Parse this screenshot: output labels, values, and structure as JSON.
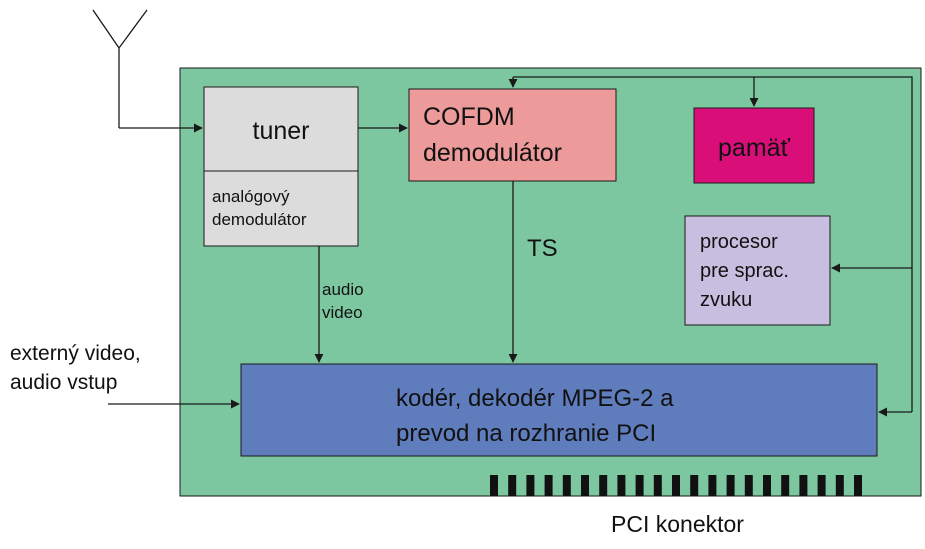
{
  "colors": {
    "board": "#7dc7a0",
    "tuner": "#dcdcdc",
    "cofdm": "#ec9a9a",
    "pamat": "#d90e78",
    "procesor": "#c8bfe0",
    "koder": "#5f7cbd",
    "line": "#1a1a1a"
  },
  "icons": {
    "antenna": "antenna-icon",
    "connector": "pci-connector-pins"
  },
  "blocks": {
    "tuner": {
      "title": "tuner",
      "line1": "analógový",
      "line2": "demodulátor"
    },
    "cofdm": {
      "line1": "COFDM",
      "line2": "demodulátor"
    },
    "pamat": {
      "label": "pamäť"
    },
    "procesor": {
      "line1": "procesor",
      "line2": "pre sprac.",
      "line3": "zvuku"
    },
    "koder": {
      "line1": "kodér, dekodér MPEG-2 a",
      "line2": "prevod na rozhranie PCI"
    }
  },
  "signals": {
    "ts": "TS",
    "audio": "audio",
    "video": "video",
    "external_line1": "externý video,",
    "external_line2": "audio vstup"
  },
  "connector": {
    "label": "PCI konektor",
    "pin_count": 21
  }
}
